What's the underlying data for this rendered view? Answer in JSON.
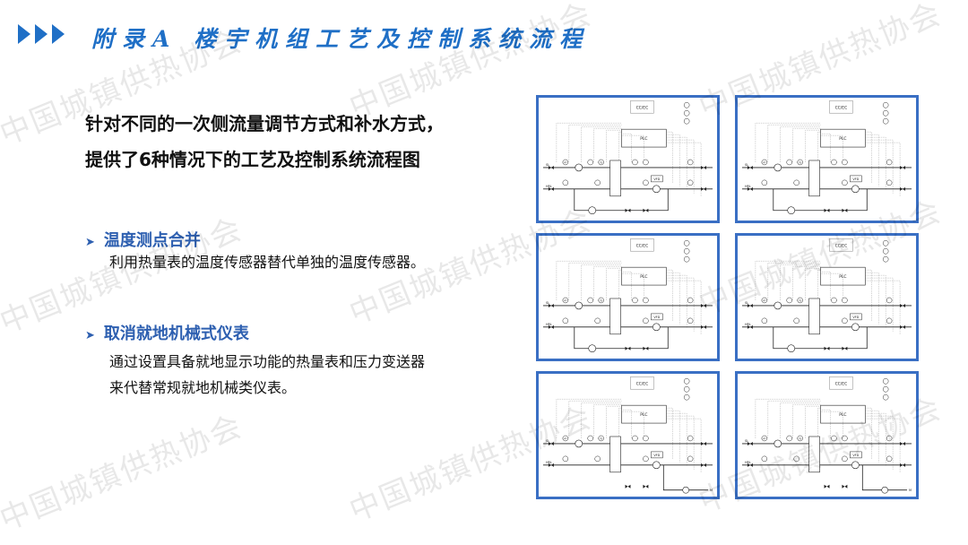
{
  "header": {
    "title": "附录A  楼宇机组工艺及控制系统流程"
  },
  "intro": {
    "line1": "针对不同的一次侧流量调节方式和补水方式，",
    "line2": "提供了6种情况下的工艺及控制系统流程图"
  },
  "points": [
    {
      "heading": "温度测点合并",
      "lines": [
        "利用热量表的温度传感器替代单独的温度传感器。"
      ]
    },
    {
      "heading": "取消就地机械式仪表",
      "lines": [
        "通过设置具备就地显示功能的热量表和压力变送器",
        "来代替常规就地机械类仪表。"
      ]
    }
  ],
  "watermark": "中国城镇供热协会",
  "diagram_labels": {
    "ccec": "CC/EC",
    "plc": "PLC",
    "vfd": "VFD",
    "pt": "PT",
    "te": "TE",
    "supply": "SL",
    "return": "HRL",
    "makeup": "M"
  },
  "colors": {
    "accent": "#1f6fc6",
    "frame": "#3a6fc4"
  }
}
